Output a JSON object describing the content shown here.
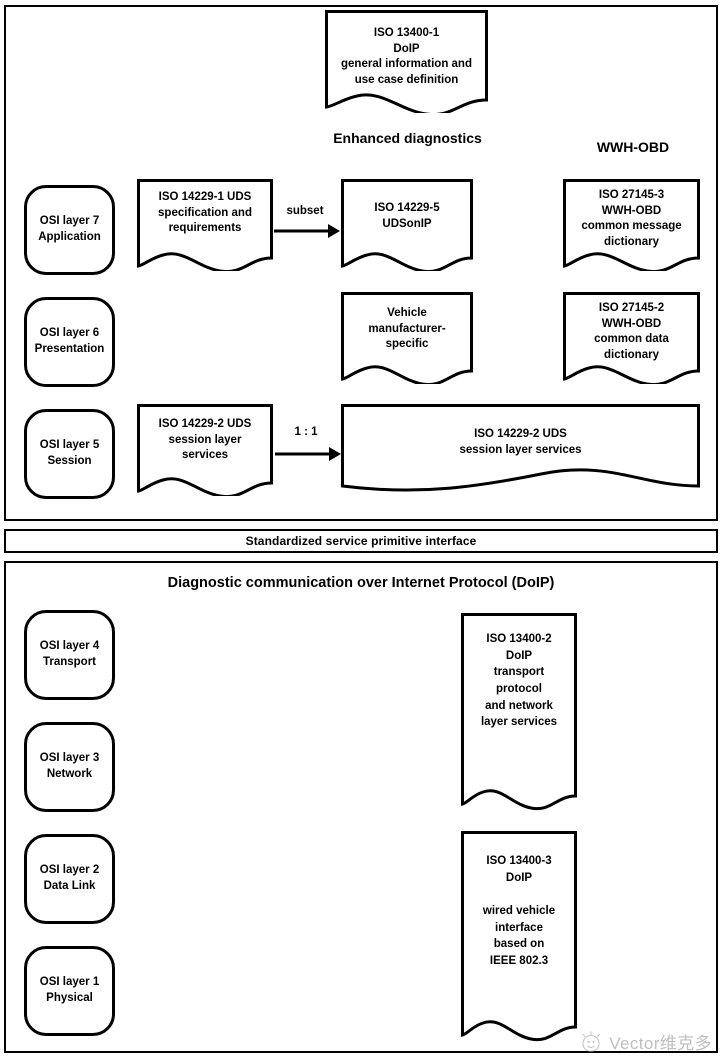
{
  "diagram": {
    "title_lower_section": "Diagnostic communication over Internet Protocol (DoIP)",
    "interface_bar_label": "Standardized service primitive interface",
    "column_headings": {
      "enhanced_diagnostics": "Enhanced\ndiagnostics",
      "wwh_obd": "WWH-OBD"
    },
    "osi_layers": [
      {
        "name": "osi-layer-7",
        "label": "OSI layer 7\nApplication"
      },
      {
        "name": "osi-layer-6",
        "label": "OSI layer 6\nPresentation"
      },
      {
        "name": "osi-layer-5",
        "label": "OSI layer 5\nSession"
      },
      {
        "name": "osi-layer-4",
        "label": "OSI layer 4\nTransport"
      },
      {
        "name": "osi-layer-3",
        "label": "OSI layer 3\nNetwork"
      },
      {
        "name": "osi-layer-2",
        "label": "OSI layer 2\nData Link"
      },
      {
        "name": "osi-layer-1",
        "label": "OSI layer 1\nPhysical"
      }
    ],
    "documents": {
      "iso_13400_1": "ISO 13400-1\nDoIP\ngeneral information and\nuse case definition",
      "iso_14229_1": "ISO 14229-1 UDS\nspecification and\nrequirements",
      "iso_14229_5": "ISO 14229-5\nUDSonIP",
      "iso_27145_3": "ISO 27145-3\nWWH-OBD\ncommon message\ndictionary",
      "vehicle_manufacturer": "Vehicle\nmanufacturer-\nspecific",
      "iso_27145_2": "ISO 27145-2\nWWH-OBD\ncommon data\ndictionary",
      "iso_14229_2_left": "ISO 14229-2 UDS\nsession layer\nservices",
      "iso_14229_2_wide": "ISO 14229-2 UDS\nsession layer services",
      "iso_13400_2": "ISO 13400-2\nDoIP\ntransport\nprotocol\nand network\nlayer services",
      "iso_13400_3": "ISO 13400-3\nDoIP\n\nwired vehicle\ninterface\nbased on\nIEEE 802.3"
    },
    "arrows": [
      {
        "name": "arrow-subset",
        "label": "subset"
      },
      {
        "name": "arrow-one-to-one",
        "label": "1 : 1"
      }
    ],
    "colors": {
      "stroke": "#000000",
      "background": "#ffffff",
      "watermark_text": "#8a8a8a"
    }
  },
  "watermark": {
    "text": "Vector维克多"
  }
}
